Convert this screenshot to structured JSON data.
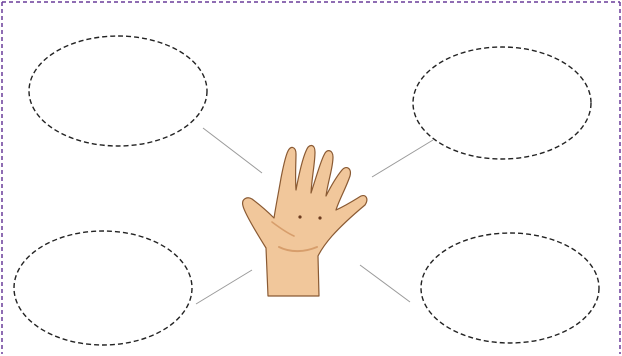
{
  "diagram": {
    "type": "hand-web-organizer",
    "center_icon": "hand-icon",
    "bubbles": [
      {
        "id": "top-left",
        "text": ""
      },
      {
        "id": "top-right",
        "text": ""
      },
      {
        "id": "bottom-left",
        "text": ""
      },
      {
        "id": "bottom-right",
        "text": ""
      }
    ]
  },
  "colors": {
    "frame_border": "#6a3d9a",
    "bubble_stroke": "#222222",
    "connector": "#9a9a9a",
    "skin": "#f1c79b",
    "skin_shade": "#d79e6c",
    "skin_outline": "#8a5a33"
  }
}
